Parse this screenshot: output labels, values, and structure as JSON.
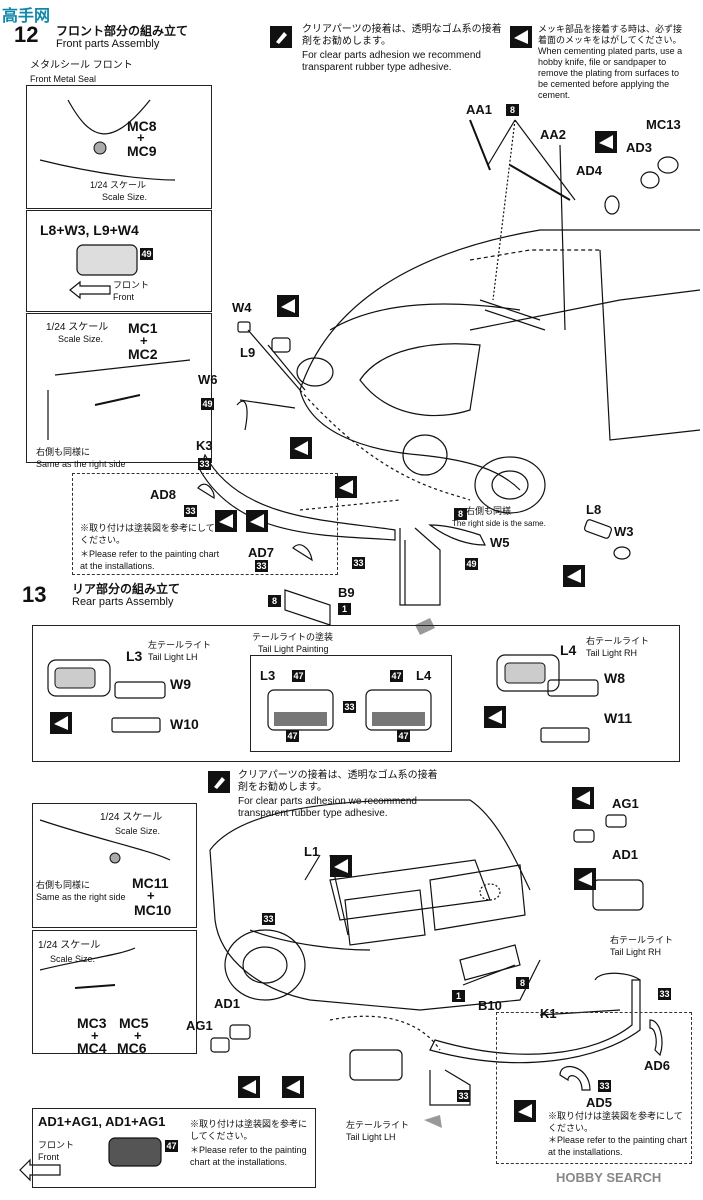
{
  "logo": {
    "text": "高手网"
  },
  "step12": {
    "number": "12",
    "title_jp": "フロント部分の組み立て",
    "title_en": "Front parts Assembly",
    "seal_jp": "メタルシール フロント",
    "seal_en": "Front Metal Seal",
    "mc8": "MC8",
    "plus": "+",
    "mc9": "MC9",
    "scale_jp": "1/24 スケール",
    "scale_en": "Scale Size.",
    "lights_combo": "L8+W3, L9+W4",
    "paint49": "49",
    "front_jp": "フロント",
    "front_en": "Front",
    "scale2_jp": "1/24 スケール",
    "scale2_en": "Scale Size.",
    "mc1": "MC1",
    "mc2": "MC2",
    "same_jp": "右側も同様に",
    "same_en": "Same as the right side",
    "note_jp": "※取り付けは塗装図を参考にしてください。",
    "note_en": "＊Please refer to the painting chart at the installations."
  },
  "clear_note": {
    "jp": "クリアパーツの接着は、透明なゴム系の接着剤をお勧めします。",
    "en": "For clear parts adhesion we recommend transparent rubber type adhesive."
  },
  "plating_note": {
    "jp": "メッキ部品を接着する時は、必ず接着面のメッキをはがしてください。",
    "en": "When cementing plated parts, use a hobby knife, file or sandpaper to remove the plating from surfaces to be cemented before applying the cement."
  },
  "parts_front": {
    "aa1": "AA1",
    "aa2": "AA2",
    "mc13": "MC13",
    "ad3": "AD3",
    "ad4": "AD4",
    "w4": "W4",
    "l9": "L9",
    "w6": "W6",
    "k3": "K3",
    "ad8": "AD8",
    "ad7": "AD7",
    "b9": "B9",
    "l8": "L8",
    "w3": "W3",
    "w5": "W5",
    "right_same_jp": "右側も同様",
    "right_same_en": "The right side is the same."
  },
  "step13": {
    "number": "13",
    "title_jp": "リア部分の組み立て",
    "title_en": "Rear parts Assembly",
    "l3": "L3",
    "left_tail_jp": "左テールライト",
    "left_tail_en": "Tail Light LH",
    "w9": "W9",
    "w10": "W10",
    "painting_jp": "テールライトの塗装",
    "painting_en": "Tail Light Painting",
    "l4": "L4",
    "right_tail_jp": "右テールライト",
    "right_tail_en": "Tail Light RH",
    "w8": "W8",
    "w11": "W11",
    "scale_jp": "1/24 スケール",
    "scale_en": "Scale Size.",
    "same_jp": "右側も同様に",
    "same_en": "Same as the right side",
    "mc11": "MC11",
    "mc10": "MC10",
    "mc3": "MC3",
    "mc4": "MC4",
    "mc5": "MC5",
    "mc6": "MC6",
    "l1": "L1",
    "ag1": "AG1",
    "ad1": "AD1",
    "b10": "B10",
    "k1": "K1",
    "ad5": "AD5",
    "ad6": "AD6",
    "combo": "AD1+AG1, AD1+AG1",
    "front_jp": "フロント",
    "front_en": "Front"
  },
  "paint_codes": {
    "c8": "8",
    "c1": "1",
    "c33": "33",
    "c47": "47",
    "c49": "49"
  },
  "watermark": "HOBBY SEARCH"
}
